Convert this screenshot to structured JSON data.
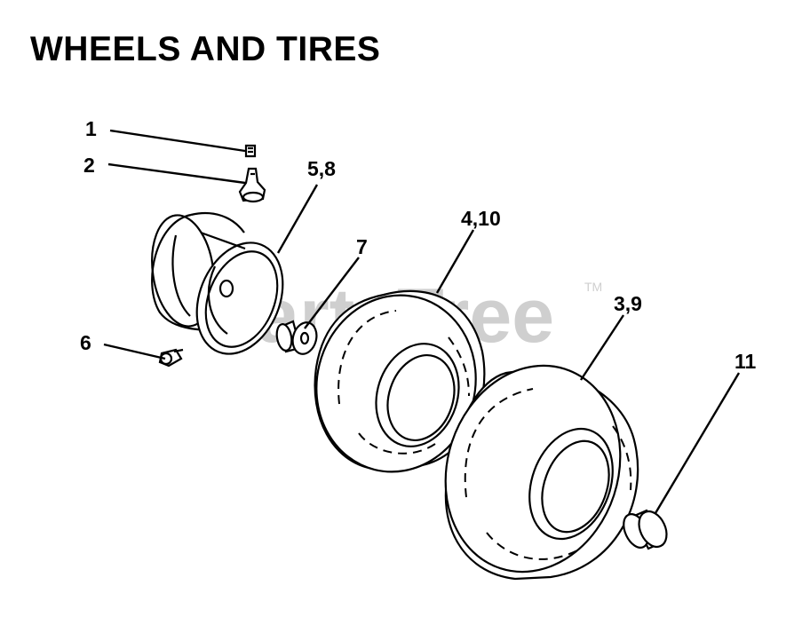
{
  "title": "WHEELS AND TIRES",
  "watermark": {
    "text": "PartsTree",
    "trademark": "TM"
  },
  "callouts": [
    {
      "id": "1",
      "label": "1",
      "part": "valve-cap"
    },
    {
      "id": "2",
      "label": "2",
      "part": "valve-stem"
    },
    {
      "id": "5-8",
      "label": "5,8",
      "part": "rim"
    },
    {
      "id": "7",
      "label": "7",
      "part": "bushing"
    },
    {
      "id": "6",
      "label": "6",
      "part": "grease-fitting"
    },
    {
      "id": "4-10",
      "label": "4,10",
      "part": "front-tire"
    },
    {
      "id": "3-9",
      "label": "3,9",
      "part": "rear-tire"
    },
    {
      "id": "11",
      "label": "11",
      "part": "hub-cap"
    }
  ]
}
